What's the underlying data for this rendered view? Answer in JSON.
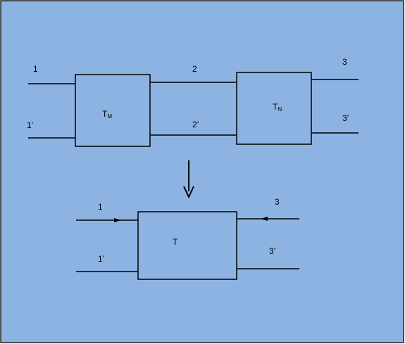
{
  "colors": {
    "background": "#8db3e2",
    "frame": "#1f1f1f",
    "stroke": "#000000",
    "box_fill": "#8db3e2"
  },
  "top_network": {
    "block_m": {
      "label_main": "T",
      "label_sub": "M"
    },
    "block_n": {
      "label_main": "T",
      "label_sub": "N"
    },
    "ports": {
      "p1": "1",
      "p1p": "1’",
      "p2": "2",
      "p2p": "2’",
      "p3": "3",
      "p3p": "3’"
    }
  },
  "arrow": {
    "direction": "down"
  },
  "bottom_network": {
    "block": {
      "label_main": "T"
    },
    "ports": {
      "p1": "1",
      "p1p": "1’",
      "p3": "3",
      "p3p": "3’"
    }
  }
}
